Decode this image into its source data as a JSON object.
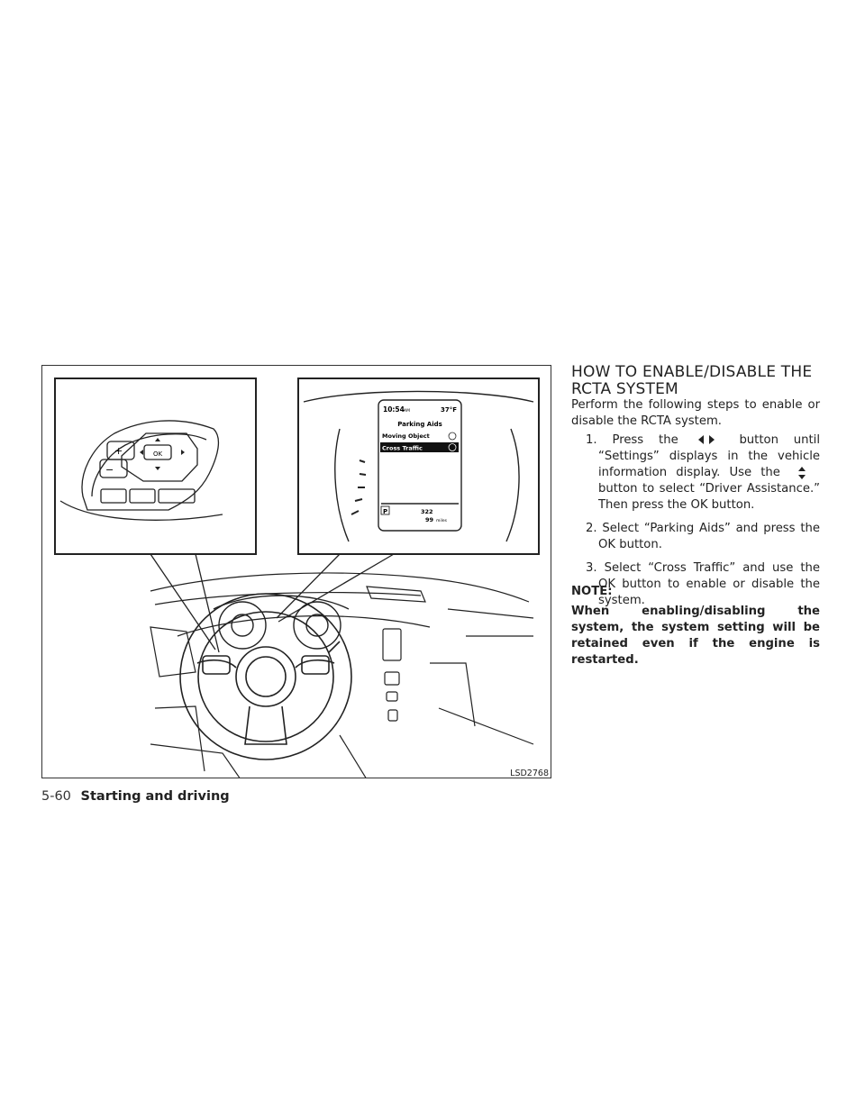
{
  "figure": {
    "code": "LSD2768",
    "display": {
      "time": "10:54",
      "am": "AM",
      "temp": "37°F",
      "menu_title": "Parking Aids",
      "item1": "Moving Object",
      "item2": "Cross Traffic",
      "gear": "P",
      "range": "322",
      "trip": "99",
      "miles": "miles"
    },
    "switch": {
      "plus": "+",
      "minus": "−",
      "ok": "OK"
    }
  },
  "text": {
    "heading": "HOW TO ENABLE/DISABLE THE RCTA SYSTEM",
    "intro": "Perform the following steps to enable or disable the RCTA system.",
    "steps": [
      {
        "num": "1.",
        "before": "Press the",
        "after": "button until “Settings” displays in the vehicle information display. Use the",
        "after2": "button to select “Driver Assistance.” Then press the OK button."
      },
      {
        "num": "2.",
        "text": "Select “Parking Aids” and press the OK button."
      },
      {
        "num": "3.",
        "text": "Select “Cross Traffic” and use the OK button to enable or disable the system."
      }
    ],
    "note_title": "NOTE:",
    "note_body": "When enabling/disabling the system, the system setting will be retained even if the engine is restarted."
  },
  "footer": {
    "page": "5-60",
    "section": "Starting and driving"
  }
}
